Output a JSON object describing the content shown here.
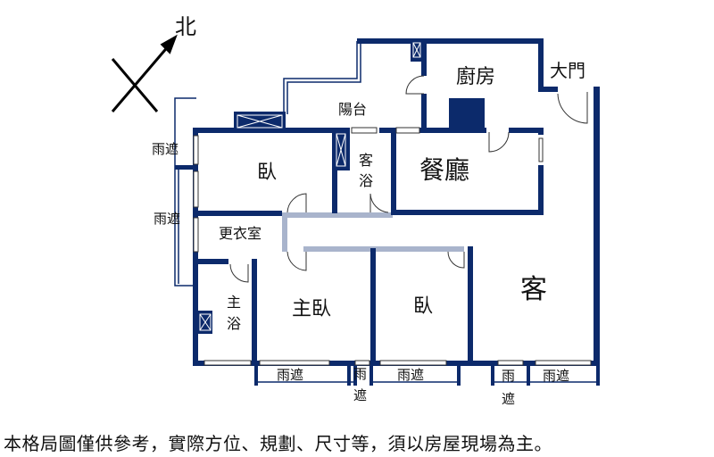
{
  "compass": {
    "label": "北"
  },
  "rooms": {
    "kitchen": "廚房",
    "entrance": "大門",
    "balcony": "陽台",
    "dining": "餐廳",
    "bedroom_top": "臥",
    "guest_bath_1": "客",
    "guest_bath_2": "浴",
    "closet": "更衣室",
    "master_bath_1": "主",
    "master_bath_2": "浴",
    "master_bedroom": "主臥",
    "bedroom_bottom": "臥",
    "living": "客"
  },
  "shelters": {
    "left_1": "雨遮",
    "left_2": "雨遮",
    "bottom_1": "雨遮",
    "bottom_2a": "雨",
    "bottom_2b": "遮",
    "bottom_3": "雨遮",
    "bottom_4a": "雨",
    "bottom_4b": "遮",
    "bottom_5": "雨遮"
  },
  "footer": {
    "disclaimer": "本格局圖僅供參考，實際方位、規劃、尺寸等，須以房屋現場為主。"
  },
  "colors": {
    "wall": "#0c2a6b",
    "hall": "#a9b4cc"
  }
}
